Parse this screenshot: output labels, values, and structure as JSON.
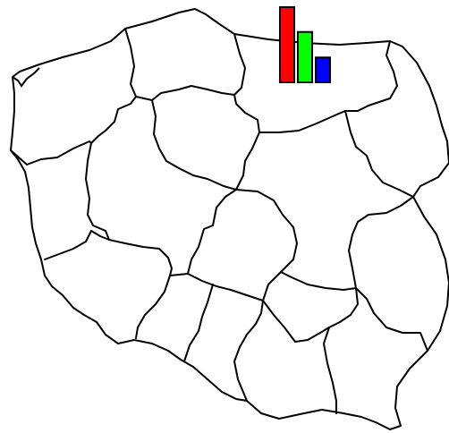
{
  "map": {
    "country": "Poland",
    "subdivision": "voivodeships",
    "region_count": 16
  },
  "chart_data": {
    "type": "bar",
    "categories": [
      "",
      "",
      ""
    ],
    "series": [
      {
        "values": [
          1.0,
          0.67,
          0.33
        ],
        "colors": [
          "#ff0000",
          "#00ff00",
          "#0000ff"
        ]
      }
    ],
    "ylim": [
      0,
      1
    ],
    "grid": false,
    "legend": "none"
  }
}
